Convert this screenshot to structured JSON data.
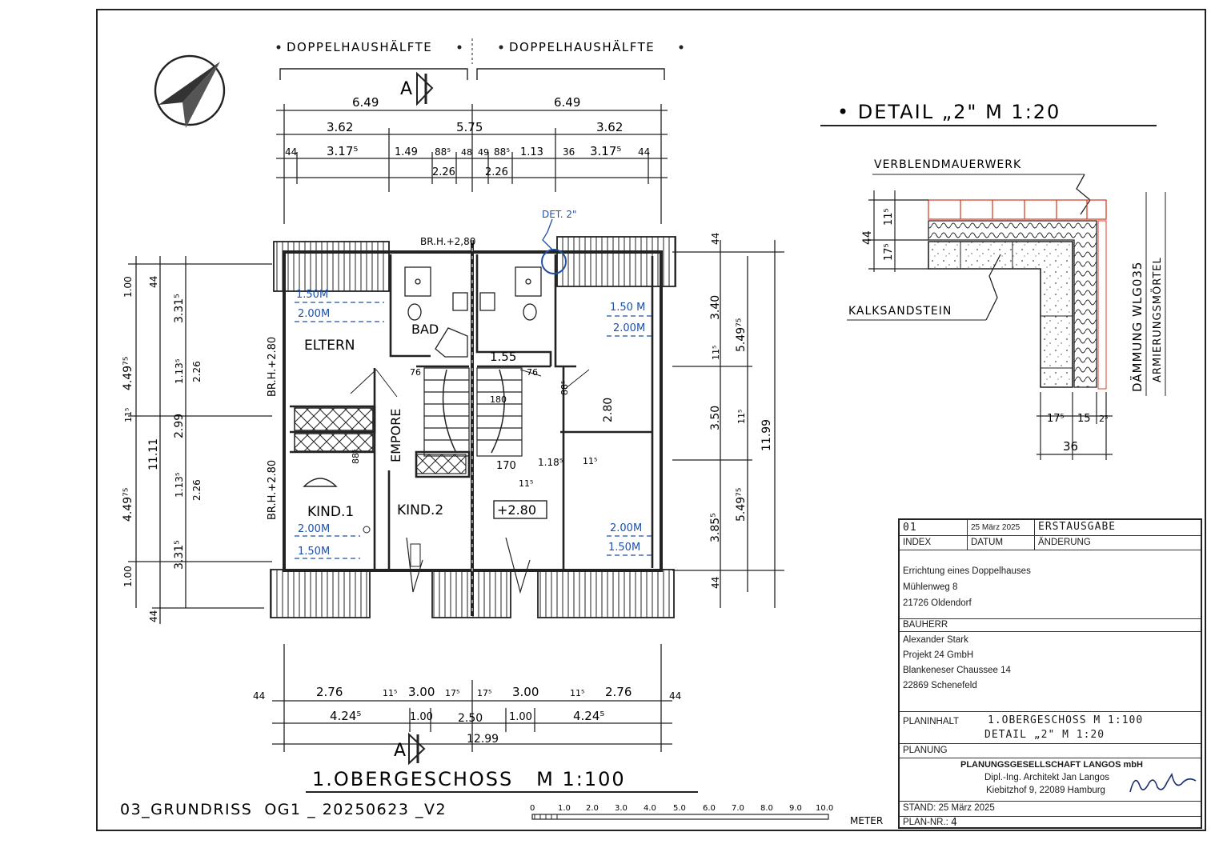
{
  "header": {
    "left_label": "DOPPELHAUSHÄLFTE",
    "right_label": "DOPPELHAUSHÄLFTE",
    "section_marker": "A"
  },
  "dims_top": {
    "row1": [
      "6.49",
      "6.49"
    ],
    "row2": [
      "3.62",
      "5.75",
      "3.62"
    ],
    "row3": [
      "44",
      "3.17⁵",
      "1.49",
      "88⁵",
      "48",
      "49",
      "88⁵",
      "1.13",
      "36",
      "3.17⁵",
      "44"
    ],
    "row4": [
      "2.26",
      "2.26"
    ]
  },
  "dims_bottom": {
    "row1": [
      "44",
      "2.76",
      "11⁵",
      "3.00",
      "17⁵",
      "17⁵",
      "3.00",
      "11⁵",
      "2.76",
      "44"
    ],
    "row2": [
      "4.24⁵",
      "1.00",
      "2.50",
      "1.00",
      "4.24⁵"
    ],
    "total": "12.99"
  },
  "dims_left": {
    "outer": [
      "4.49⁷⁵",
      "11⁵",
      "4.49⁷⁵"
    ],
    "middle": [
      "1.00",
      "44",
      "11.11",
      "1.00",
      "44"
    ],
    "inner": [
      "3.31⁵",
      "1.13⁵",
      "2.99",
      "1.13⁵",
      "3.31⁵"
    ],
    "openings": [
      "2.26",
      "2.26"
    ]
  },
  "dims_right": {
    "outer": [
      "44",
      "3.40",
      "11⁵",
      "3.50",
      "3.85⁵",
      "44"
    ],
    "middle": [
      "5.49⁷⁵",
      "11⁵",
      "5.49⁷⁵"
    ],
    "total": "11.99"
  },
  "rooms": {
    "eltern": "ELTERN",
    "bad": "BAD",
    "empore": "EMPORE",
    "kind1": "KIND.1",
    "kind2": "KIND.2"
  },
  "plan_labels": {
    "brh_top": "BR.H.+2,80",
    "brh_left1": "BR.H.+2.80",
    "brh_left2": "BR.H.+2.80",
    "det_ref": "DET. 2\"",
    "level": "+2.80",
    "d155": "1.55",
    "d76a": "76",
    "d76b": "76",
    "d180": "180",
    "d885a": "88⁵",
    "d885b": "88⁵",
    "d280": "2.80",
    "d170": "170",
    "d1185": "1.18⁵",
    "d115a": "11⁵",
    "d115b": "11⁵"
  },
  "bed_sizes": {
    "eltern": [
      "1.50M",
      "2.00M"
    ],
    "right_top": [
      "1.50 M",
      "2.00M"
    ],
    "kind1": [
      "2.00M",
      "1.50M"
    ],
    "right_bottom": [
      "2.00M",
      "1.50M"
    ]
  },
  "detail": {
    "title": "• DETAIL „2\" M 1:20",
    "verblend": "VERBLENDMAUERWERK",
    "kalksandstein": "KALKSANDSTEIN",
    "daemmung": "DÄMMUNG WLG035",
    "armierung": "ARMIERUNGSMÖRTEL",
    "dims_vertical": [
      "11⁵",
      "44",
      "17⁵"
    ],
    "dims_bottom": [
      "17⁵",
      "15",
      "2⁵"
    ],
    "total": "36"
  },
  "plan_title": "1.OBERGESCHOSS   M 1:100",
  "file_label": "03_GRUNDRISS  OG1 _ 20250623 _V2",
  "scale_bar": {
    "ticks": [
      "0",
      "1.0",
      "2.0",
      "3.0",
      "4.0",
      "5.0",
      "6.0",
      "7.0",
      "8.0",
      "9.0",
      "10.0"
    ],
    "unit": "METER"
  },
  "title_block": {
    "index_value": "01",
    "date_value": "25 März 2025",
    "change_value": "ERSTAUSGABE",
    "index_label": "INDEX",
    "date_label": "DATUM",
    "change_label": "ÄNDERUNG",
    "project": [
      "Errichtung eines Doppelhauses",
      "Mühlenweg  8",
      "21726 Oldendorf"
    ],
    "bauherr_label": "BAUHERR",
    "bauherr": [
      "Alexander Stark",
      "Projekt 24 GmbH",
      "Blankeneser Chaussee 14",
      "22869 Schenefeld"
    ],
    "planinhalt_label": "PLANINHALT",
    "planinhalt_1": "1.OBERGESCHOSS   M 1:100",
    "planinhalt_2": "DETAIL „2\"   M 1:20",
    "planung_label": "PLANUNG",
    "planung": [
      "PLANUNGSGESELLSCHAFT LANGOS mbH",
      "Dipl.-Ing. Architekt Jan Langos",
      "Kiebitzhof 9, 22089 Hamburg"
    ],
    "stand": "STAND: 25 März 2025",
    "plan_nr_label": "PLAN-NR.:",
    "plan_nr_value": "4"
  },
  "colors": {
    "ink": "#1a1a1a",
    "blue": "#1f4fa3",
    "brick": "#d9422b",
    "paper": "#ffffff"
  }
}
